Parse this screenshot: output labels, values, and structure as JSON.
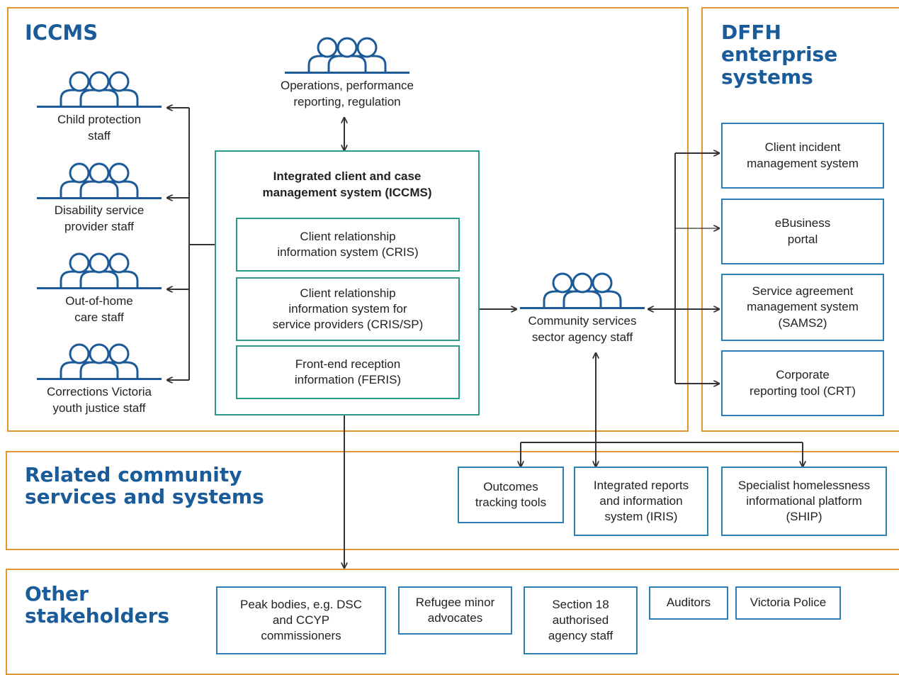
{
  "colors": {
    "region_border": "#e3952f",
    "title": "#1a5b99",
    "box_border": "#2c7fb5",
    "iccms_border": "#2a9a8a",
    "people_icon": "#1d5a98",
    "arrow": "#333333"
  },
  "regions": {
    "iccms": {
      "title": [
        "ICCMS"
      ]
    },
    "dffh": {
      "title": [
        "DFFH",
        "enterprise",
        "systems"
      ]
    },
    "related": {
      "title": [
        "Related community",
        "services and systems"
      ]
    },
    "other": {
      "title": [
        "Other",
        "stakeholders"
      ]
    }
  },
  "staff_groups": {
    "operations": [
      "Operations, performance",
      "reporting, regulation"
    ],
    "child_protection": [
      "Child protection",
      "staff"
    ],
    "disability": [
      "Disability service",
      "provider staff"
    ],
    "out_of_home": [
      "Out-of-home",
      "care staff"
    ],
    "corrections": [
      "Corrections Victoria",
      "youth justice staff"
    ],
    "community_services": [
      "Community services",
      "sector agency staff"
    ]
  },
  "iccms_system": {
    "title": [
      "Integrated client and case",
      "management system (ICCMS)"
    ],
    "components": {
      "cris": [
        "Client relationship",
        "information system (CRIS)"
      ],
      "cris_sp": [
        "Client relationship",
        "information system for",
        "service providers (CRIS/SP)"
      ],
      "feris": [
        "Front-end reception",
        "information (FERIS)"
      ]
    }
  },
  "dffh_systems": {
    "incident": [
      "Client incident",
      "management system"
    ],
    "ebusiness": [
      "eBusiness",
      "portal"
    ],
    "sams2": [
      "Service agreement",
      "management system",
      "(SAMS2)"
    ],
    "crt": [
      "Corporate",
      "reporting tool (CRT)"
    ]
  },
  "related_systems": {
    "outcomes": [
      "Outcomes",
      "tracking tools"
    ],
    "iris": [
      "Integrated reports",
      "and information",
      "system (IRIS)"
    ],
    "ship": [
      "Specialist homelessness",
      "informational platform",
      "(SHIP)"
    ]
  },
  "stakeholders": {
    "peak": [
      "Peak bodies, e.g. DSC",
      "and CCYP",
      "commissioners"
    ],
    "refugee": [
      "Refugee minor",
      "advocates"
    ],
    "section18": [
      "Section 18",
      "authorised",
      "agency staff"
    ],
    "auditors": [
      "Auditors"
    ],
    "police": [
      "Victoria Police"
    ]
  },
  "icons": {
    "people": "people-group-icon"
  }
}
